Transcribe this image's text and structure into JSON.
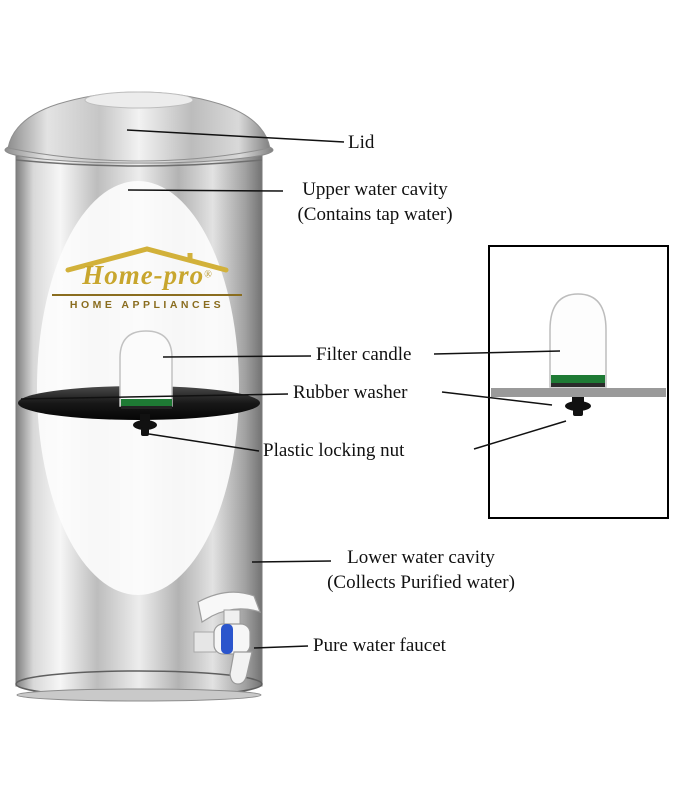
{
  "labels": {
    "lid": "Lid",
    "upper_cavity_line1": "Upper water cavity",
    "upper_cavity_line2": "(Contains tap water)",
    "filter_candle": "Filter candle",
    "rubber_washer": "Rubber washer",
    "plastic_locking_nut": "Plastic locking nut",
    "lower_cavity_line1": "Lower water cavity",
    "lower_cavity_line2": "(Collects Purified water)",
    "pure_water_faucet": "Pure water faucet"
  },
  "brand": {
    "name": "Home-pro",
    "registered": "®",
    "tagline": "HOME APPLIANCES"
  },
  "colors": {
    "label_text": "#111111",
    "pointer_line": "#111111",
    "brand_gold": "#c8a62e",
    "tagline_gold": "#8a6d1f",
    "washer_green": "#1e7a34",
    "faucet_blue": "#2b55cc",
    "steel_light": "#f0f0f0",
    "steel_dark": "#8a8a8a",
    "plate_dark": "#1c1c1c"
  }
}
